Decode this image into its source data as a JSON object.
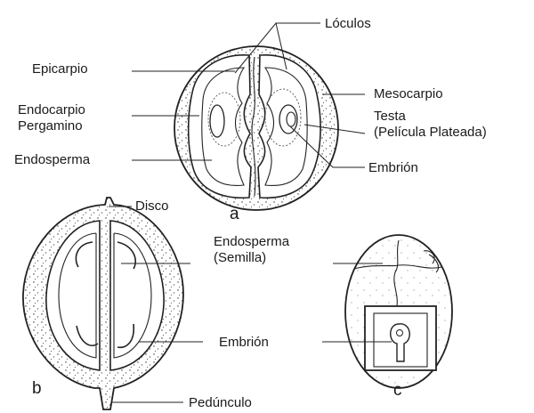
{
  "panel_labels": {
    "a": "a",
    "b": "b",
    "c": "c"
  },
  "labels": {
    "loculos": "Lóculos",
    "epicarpio": "Epicarpio",
    "mesocarpio": "Mesocarpio",
    "endocarpio_1": "Endocarpio",
    "endocarpio_2": "Pergamino",
    "testa_1": "Testa",
    "testa_2": "(Película Plateada)",
    "endosperma_a": "Endosperma",
    "embrion_a": "Embrión",
    "disco": "Disco",
    "endosperma_b_1": "Endosperma",
    "endosperma_b_2": "(Semilla)",
    "embrion_b": "Embrión",
    "pedunculo": "Pedúnculo"
  }
}
